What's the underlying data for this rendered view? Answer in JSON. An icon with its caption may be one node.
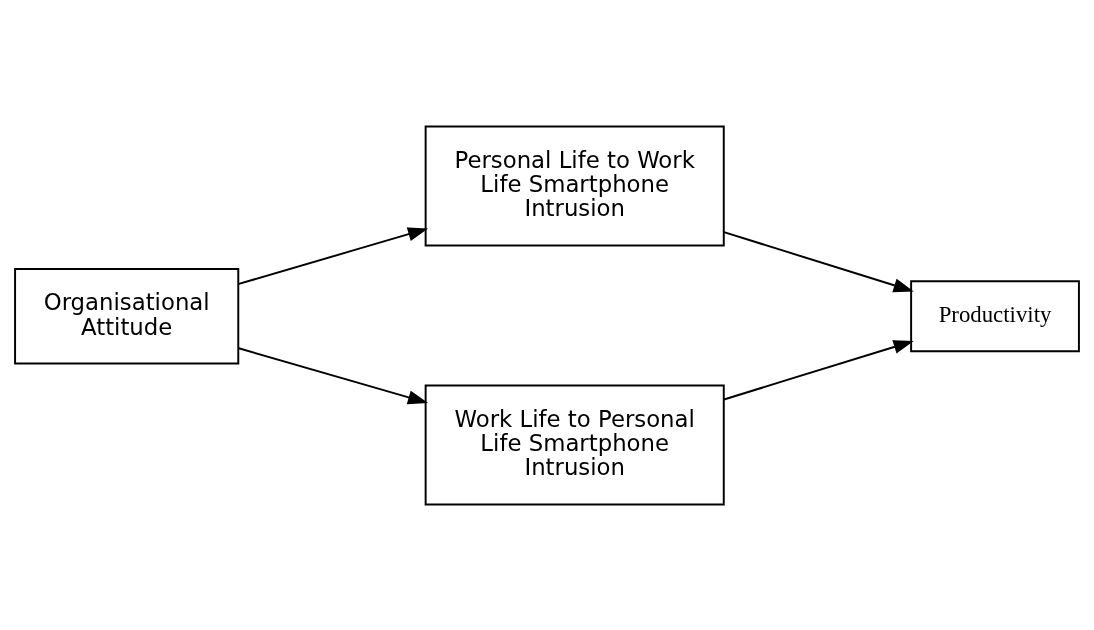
{
  "diagram": {
    "nodes": [
      {
        "text": [
          "Organisational Attitude"
        ]
      },
      {
        "text": [
          "Personal Life to Work Life Smartphone Intrusion"
        ]
      },
      {
        "text": [
          "Work Life to Personal Life Smartphone Intrusion"
        ]
      },
      {
        "text": [
          "Productivity"
        ]
      }
    ],
    "edges": [
      {
        "from": 0,
        "to": 1,
        "arrow": "to"
      },
      {
        "from": 0,
        "to": 2,
        "arrow": "to"
      },
      {
        "from": 1,
        "to": 3,
        "arrow": "to"
      },
      {
        "from": 2,
        "to": 3,
        "arrow": "to"
      }
    ]
  }
}
